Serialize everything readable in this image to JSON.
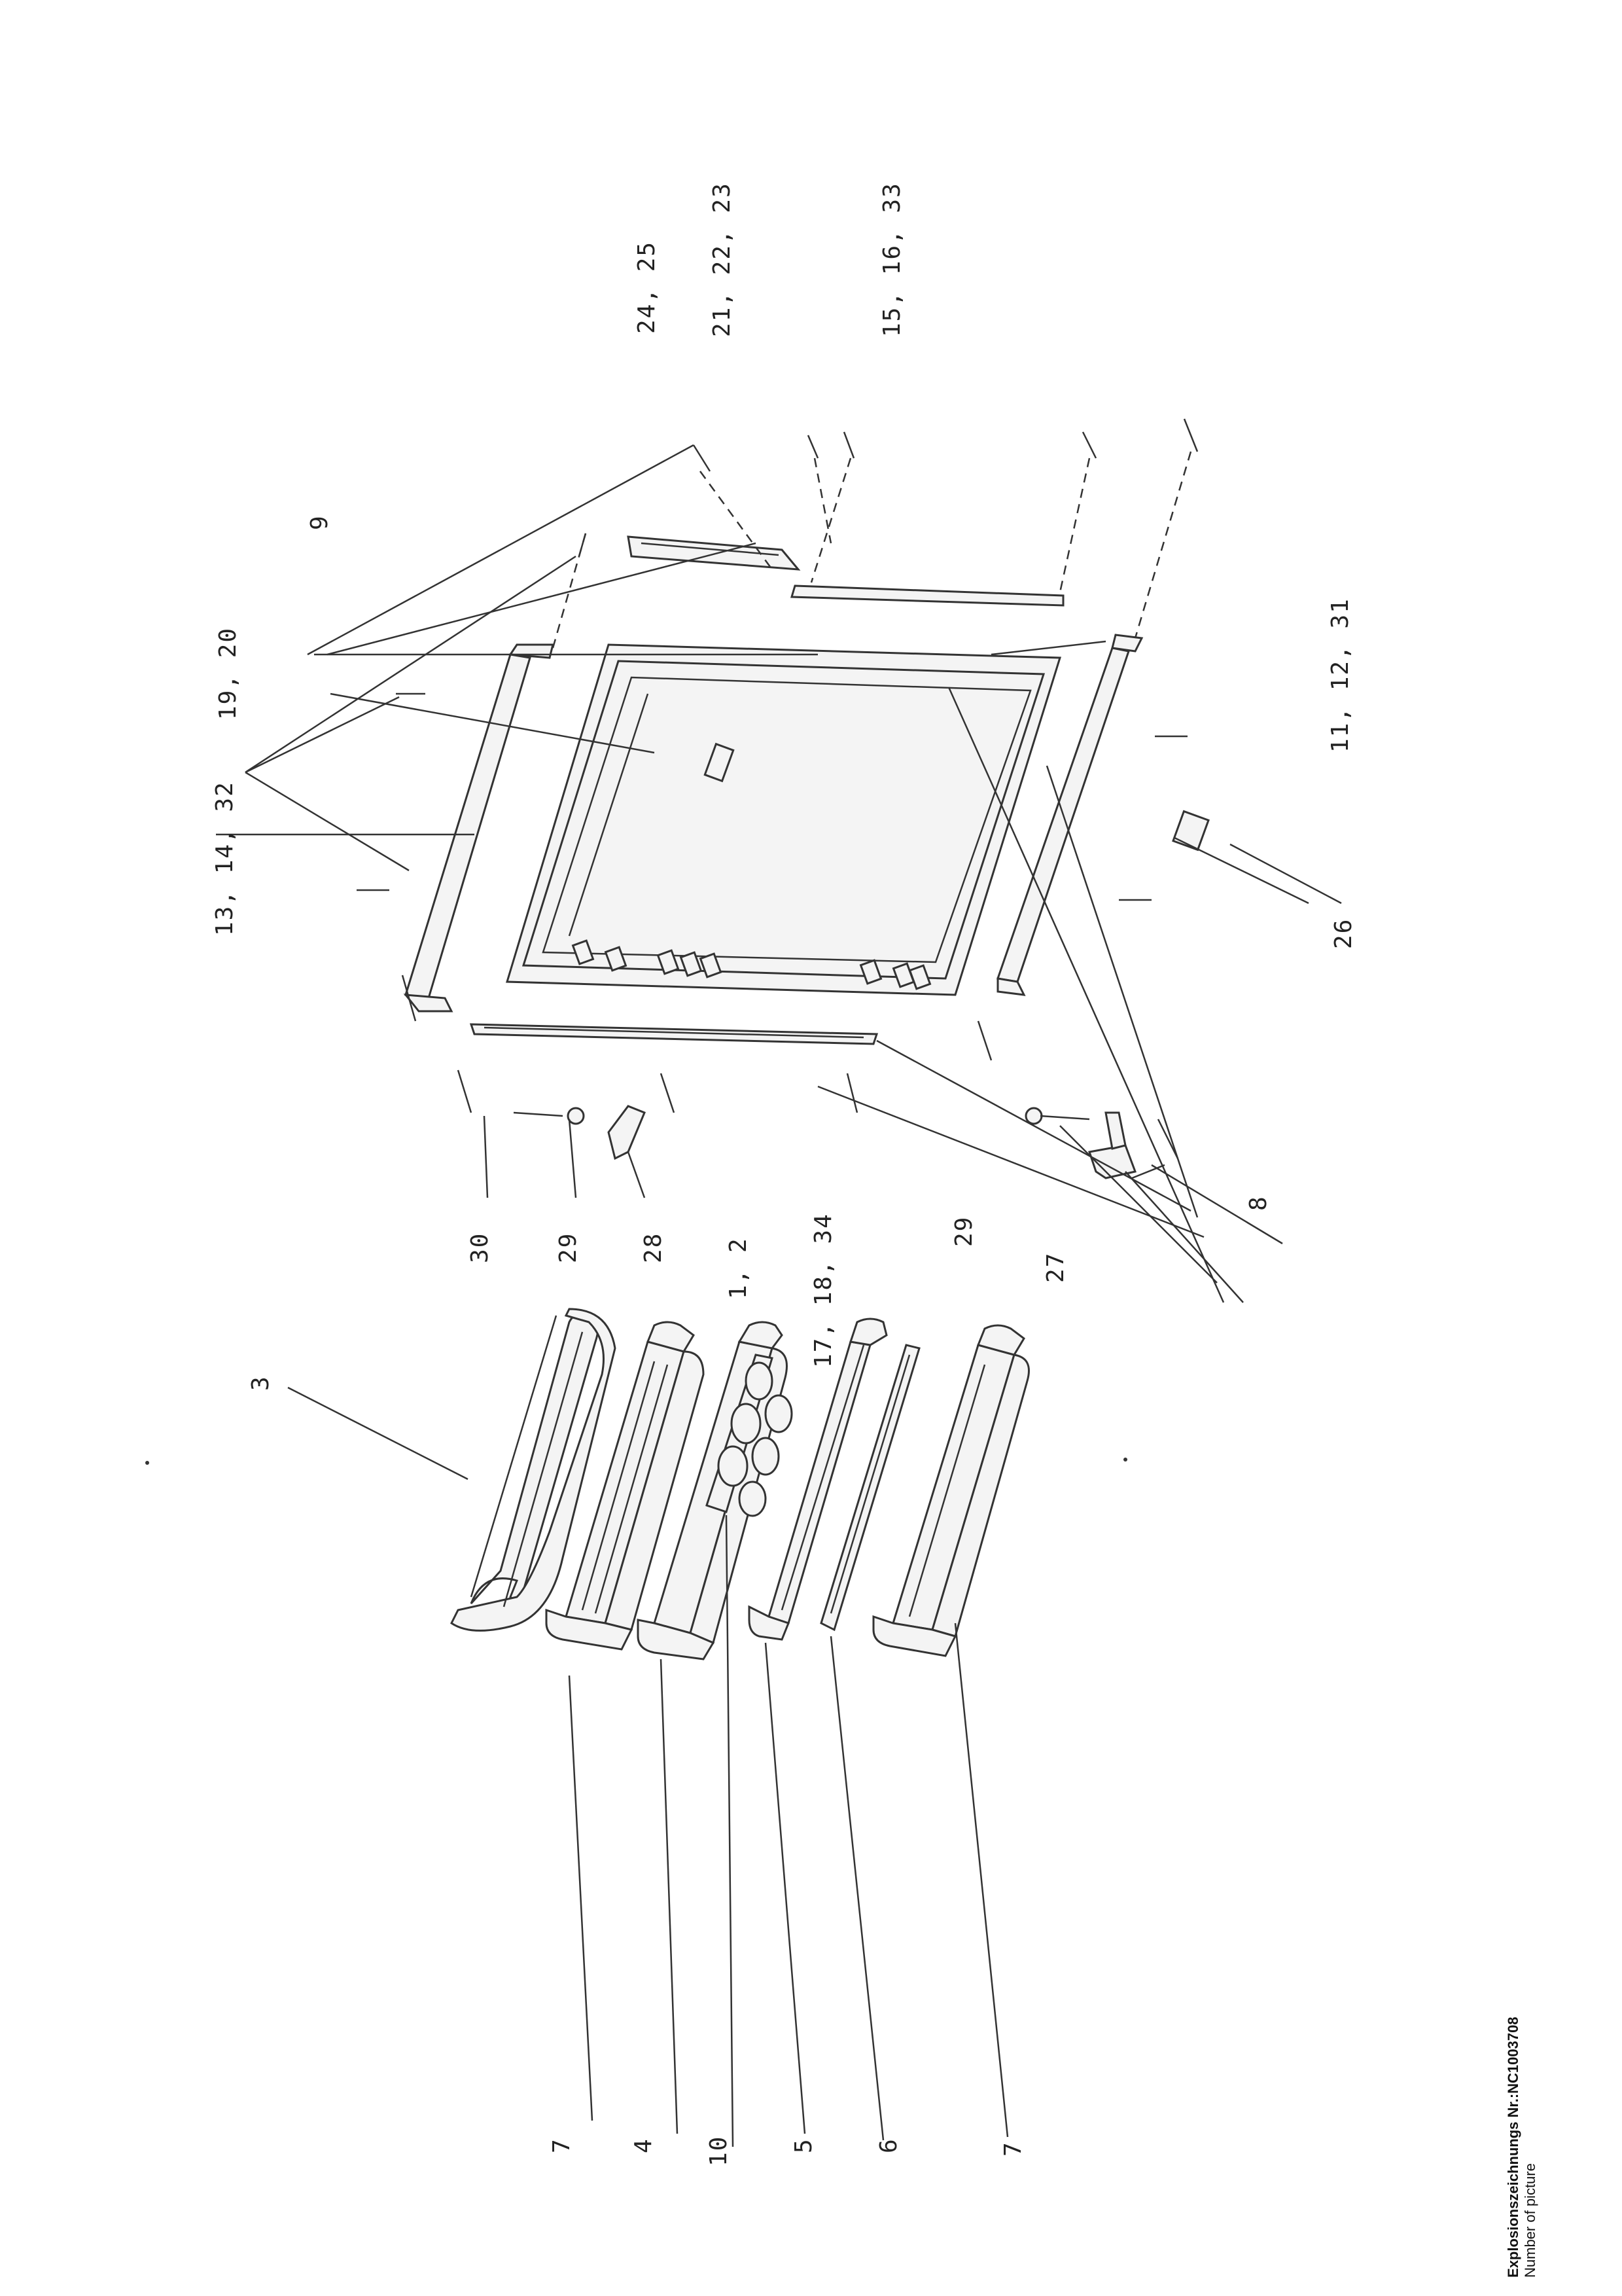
{
  "caption": {
    "title": "Explosionszeichnungs Nr.:NC1003708",
    "subtitle": "Number of picture"
  },
  "labels": {
    "l3": "3",
    "l7a": "7",
    "l4": "4",
    "l10": "10",
    "l5": "5",
    "l6": "6",
    "l7b": "7",
    "l13": "13, 14, 32",
    "l19": "19, 20",
    "l9": "9",
    "l24": "24, 25",
    "l21": "21, 22, 23",
    "l15": "15, 16, 33",
    "l11": "11, 12, 31",
    "l26": "26",
    "l30": "30",
    "l29a": "29",
    "l28": "28",
    "l1": "1, 2",
    "l17": "17, 18, 34",
    "l29b": "29",
    "l27": "27",
    "l8": "8"
  }
}
